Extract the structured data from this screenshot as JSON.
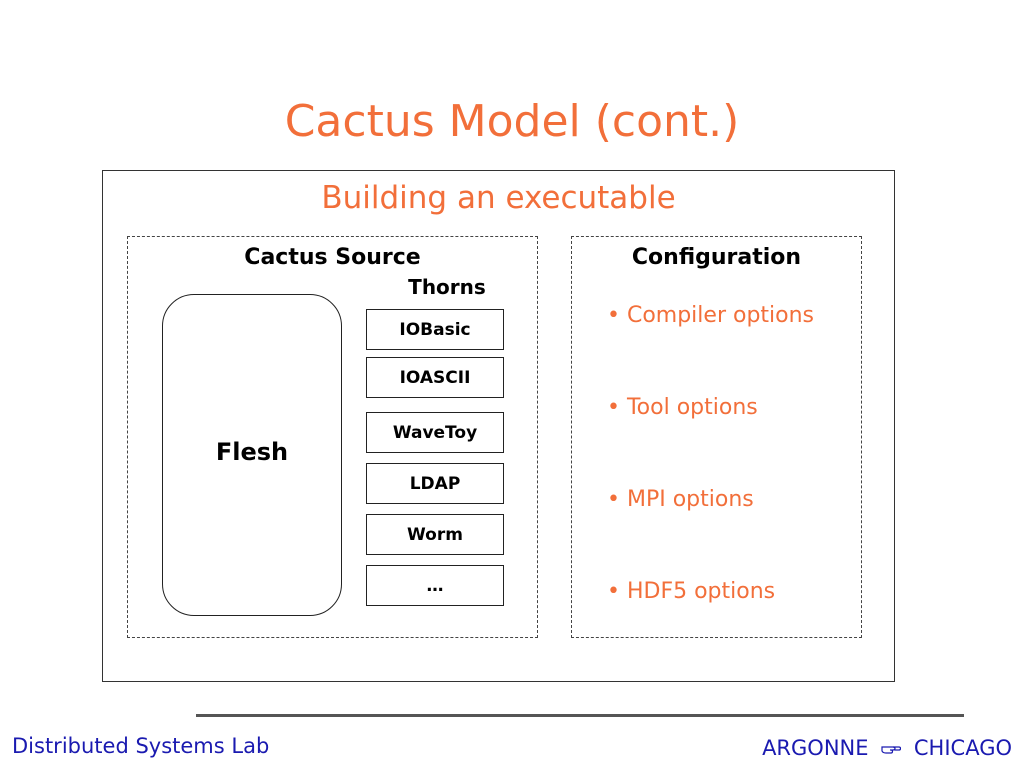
{
  "title": "Cactus Model (cont.)",
  "subtitle": "Building an executable",
  "source": {
    "heading": "Cactus Source",
    "flesh_label": "Flesh",
    "thorns_heading": "Thorns",
    "thorns": [
      "IOBasic",
      "IOASCII",
      "WaveToy",
      "LDAP",
      "Worm",
      "…"
    ]
  },
  "configuration": {
    "heading": "Configuration",
    "options": [
      "• Compiler options",
      "• Tool options",
      "• MPI options",
      "• HDF5 options"
    ]
  },
  "footer": {
    "left": "Distributed Systems Lab",
    "right_part1": "ARGONNE",
    "right_icon": "pointing-hand-icon",
    "right_part2": "CHICAGO"
  },
  "colors": {
    "accent": "#F26F3A",
    "footer_text": "#1A1AB0"
  }
}
